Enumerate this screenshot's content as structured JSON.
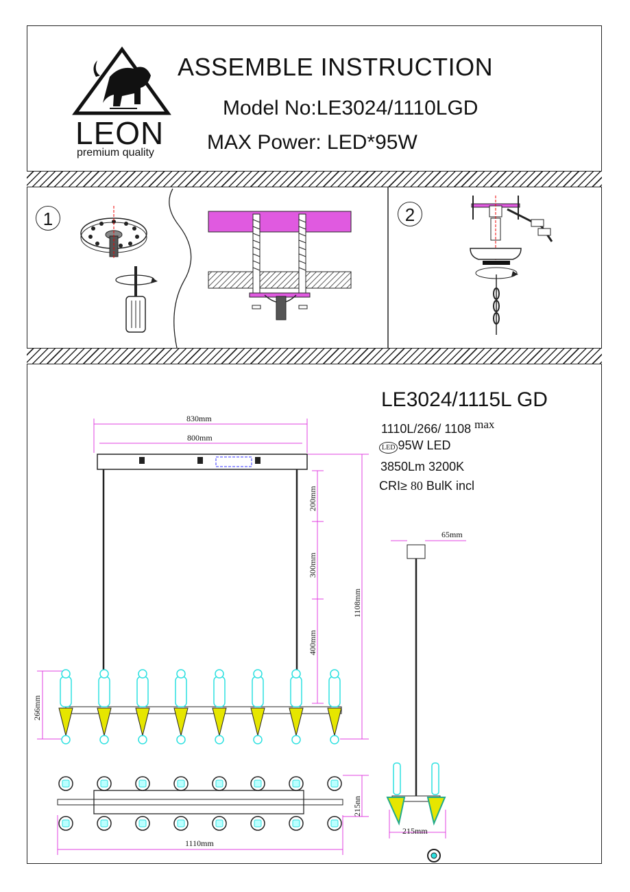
{
  "header": {
    "brand": "LEON",
    "tagline": "premium quality",
    "title": "ASSEMBLE INSTRUCTION",
    "model": "Model No:LE3024/1110LGD",
    "max_power": "MAX Power: LED*95W"
  },
  "steps": [
    {
      "number": "1"
    },
    {
      "number": "2"
    }
  ],
  "specs": {
    "product_code": "LE3024/1115L GD",
    "size_line": "1110L/266/ 1108",
    "size_suffix": "max",
    "led_badge": "LED",
    "power_line": "95W  LED",
    "lumen_line": "3850Lm   3200K",
    "cri_prefix": "CRI≥",
    "cri_value": "80",
    "cri_suffix": "BulK incl"
  },
  "dimensions": {
    "outer_width": "830mm",
    "inner_width": "800mm",
    "drop_1": "200mm",
    "drop_2": "300mm",
    "drop_3": "400mm",
    "total_height": "1108mm",
    "fixture_height": "266mm",
    "canopy_width": "65mm",
    "length": "1110mm",
    "depth_top": "215nn",
    "depth_side": "215mm"
  },
  "colors": {
    "accent": "#e040e0",
    "figure": "#2ce0e0",
    "shade": "#e6e600"
  }
}
